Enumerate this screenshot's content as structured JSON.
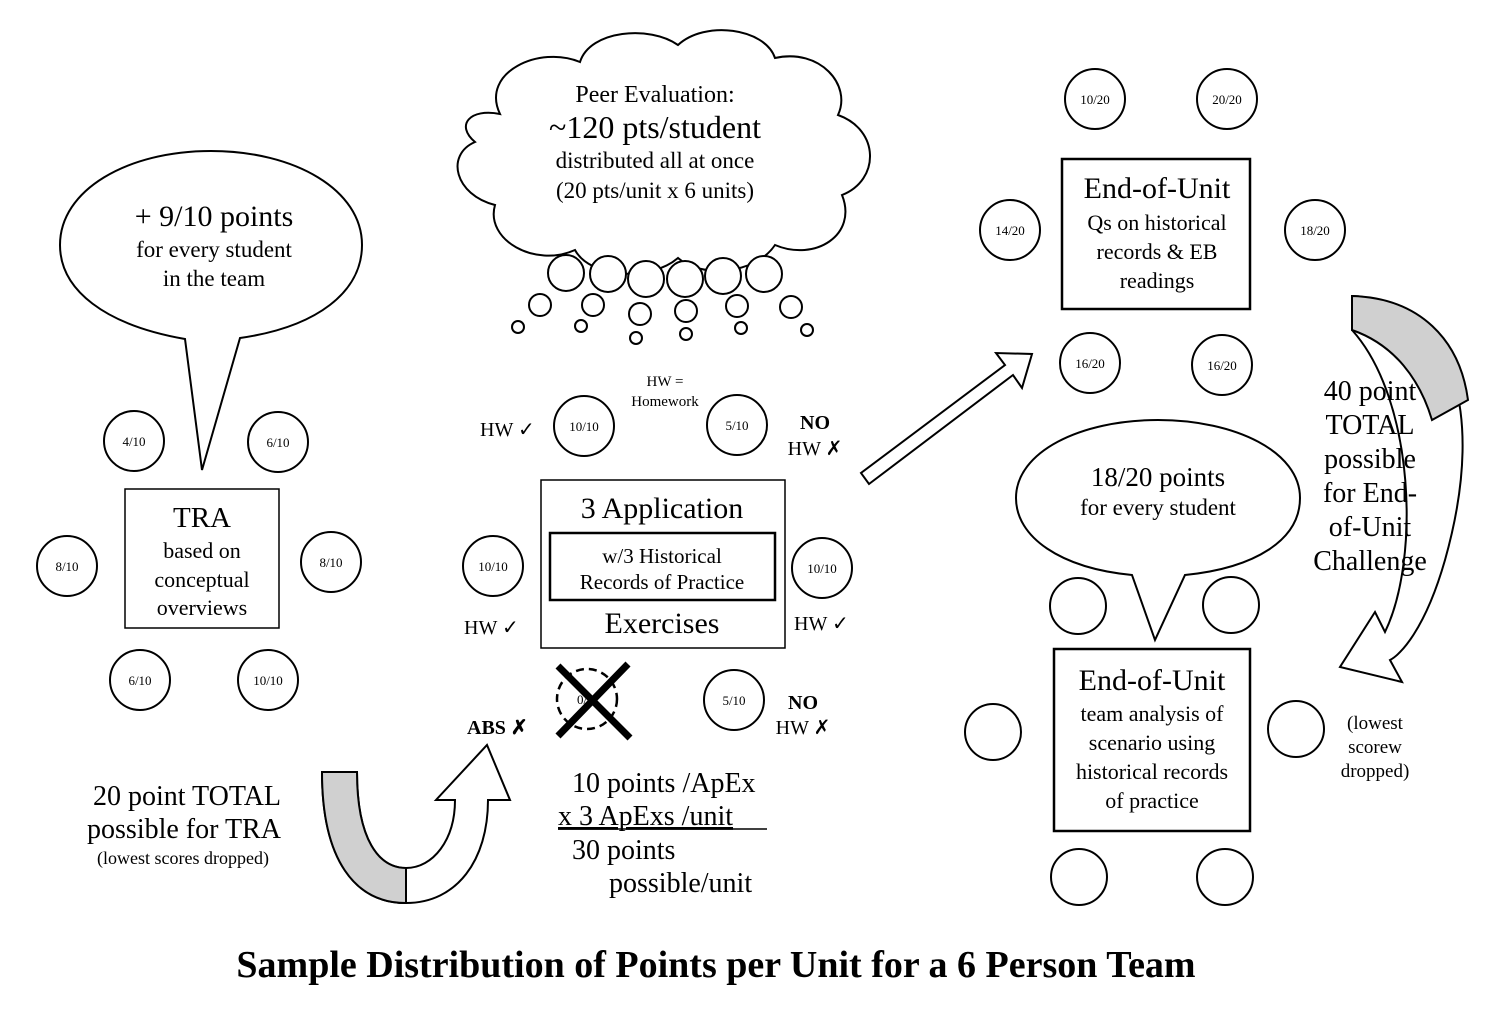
{
  "title": "Sample Distribution of Points per Unit for a 6 Person Team",
  "tra": {
    "bubble_lines": [
      "+ 9/10 points",
      "for every student",
      "in the team"
    ],
    "box_lines": [
      "TRA",
      "based on",
      "conceptual",
      "overviews"
    ],
    "scores": [
      "4/10",
      "6/10",
      "8/10",
      "8/10",
      "6/10",
      "10/10"
    ],
    "total_lines": [
      "20 point TOTAL",
      "possible for TRA",
      "(lowest scores dropped)"
    ]
  },
  "peer": {
    "cloud_lines": [
      "Peer Evaluation:",
      "~120 pts/student",
      "distributed all at once",
      "(20 pts/unit x 6 units)"
    ]
  },
  "apex": {
    "hw_note_lines": [
      "HW =",
      "Homework"
    ],
    "box_top": "3 Application",
    "inner_lines": [
      "w/3 Historical",
      "Records of Practice"
    ],
    "box_bottom": "Exercises",
    "scores": [
      "10/10",
      "5/10",
      "10/10",
      "10/10",
      "0/",
      "5/10"
    ],
    "hw_check": "HW ✓",
    "hw_check_left": "HW ✓",
    "hw_check_right": "HW ✓",
    "no": "NO",
    "hw_x": "HW ✗",
    "no_bottom": "NO",
    "hw_x_bottom": "HW ✗",
    "abs": "ABS ✗",
    "calc_lines": [
      "10 points /ApEx",
      "x  3 ApExs /unit",
      "30 points",
      "possible/unit"
    ]
  },
  "eou_individual": {
    "box_lines": [
      "End-of-Unit",
      "Qs on historical",
      "records & EB",
      "readings"
    ],
    "scores": [
      "10/20",
      "20/20",
      "14/20",
      "18/20",
      "16/20",
      "16/20"
    ]
  },
  "eou_team": {
    "bubble_lines": [
      "18/20 points",
      "for every student"
    ],
    "box_lines": [
      "End-of-Unit",
      "team analysis of",
      "scenario using",
      "historical records",
      "of practice"
    ]
  },
  "challenge": {
    "total_lines": [
      "40 point",
      "TOTAL",
      "possible",
      "for End-",
      "of-Unit",
      "Challenge"
    ],
    "note_lines": [
      "(lowest",
      "scorew",
      "dropped)"
    ]
  }
}
